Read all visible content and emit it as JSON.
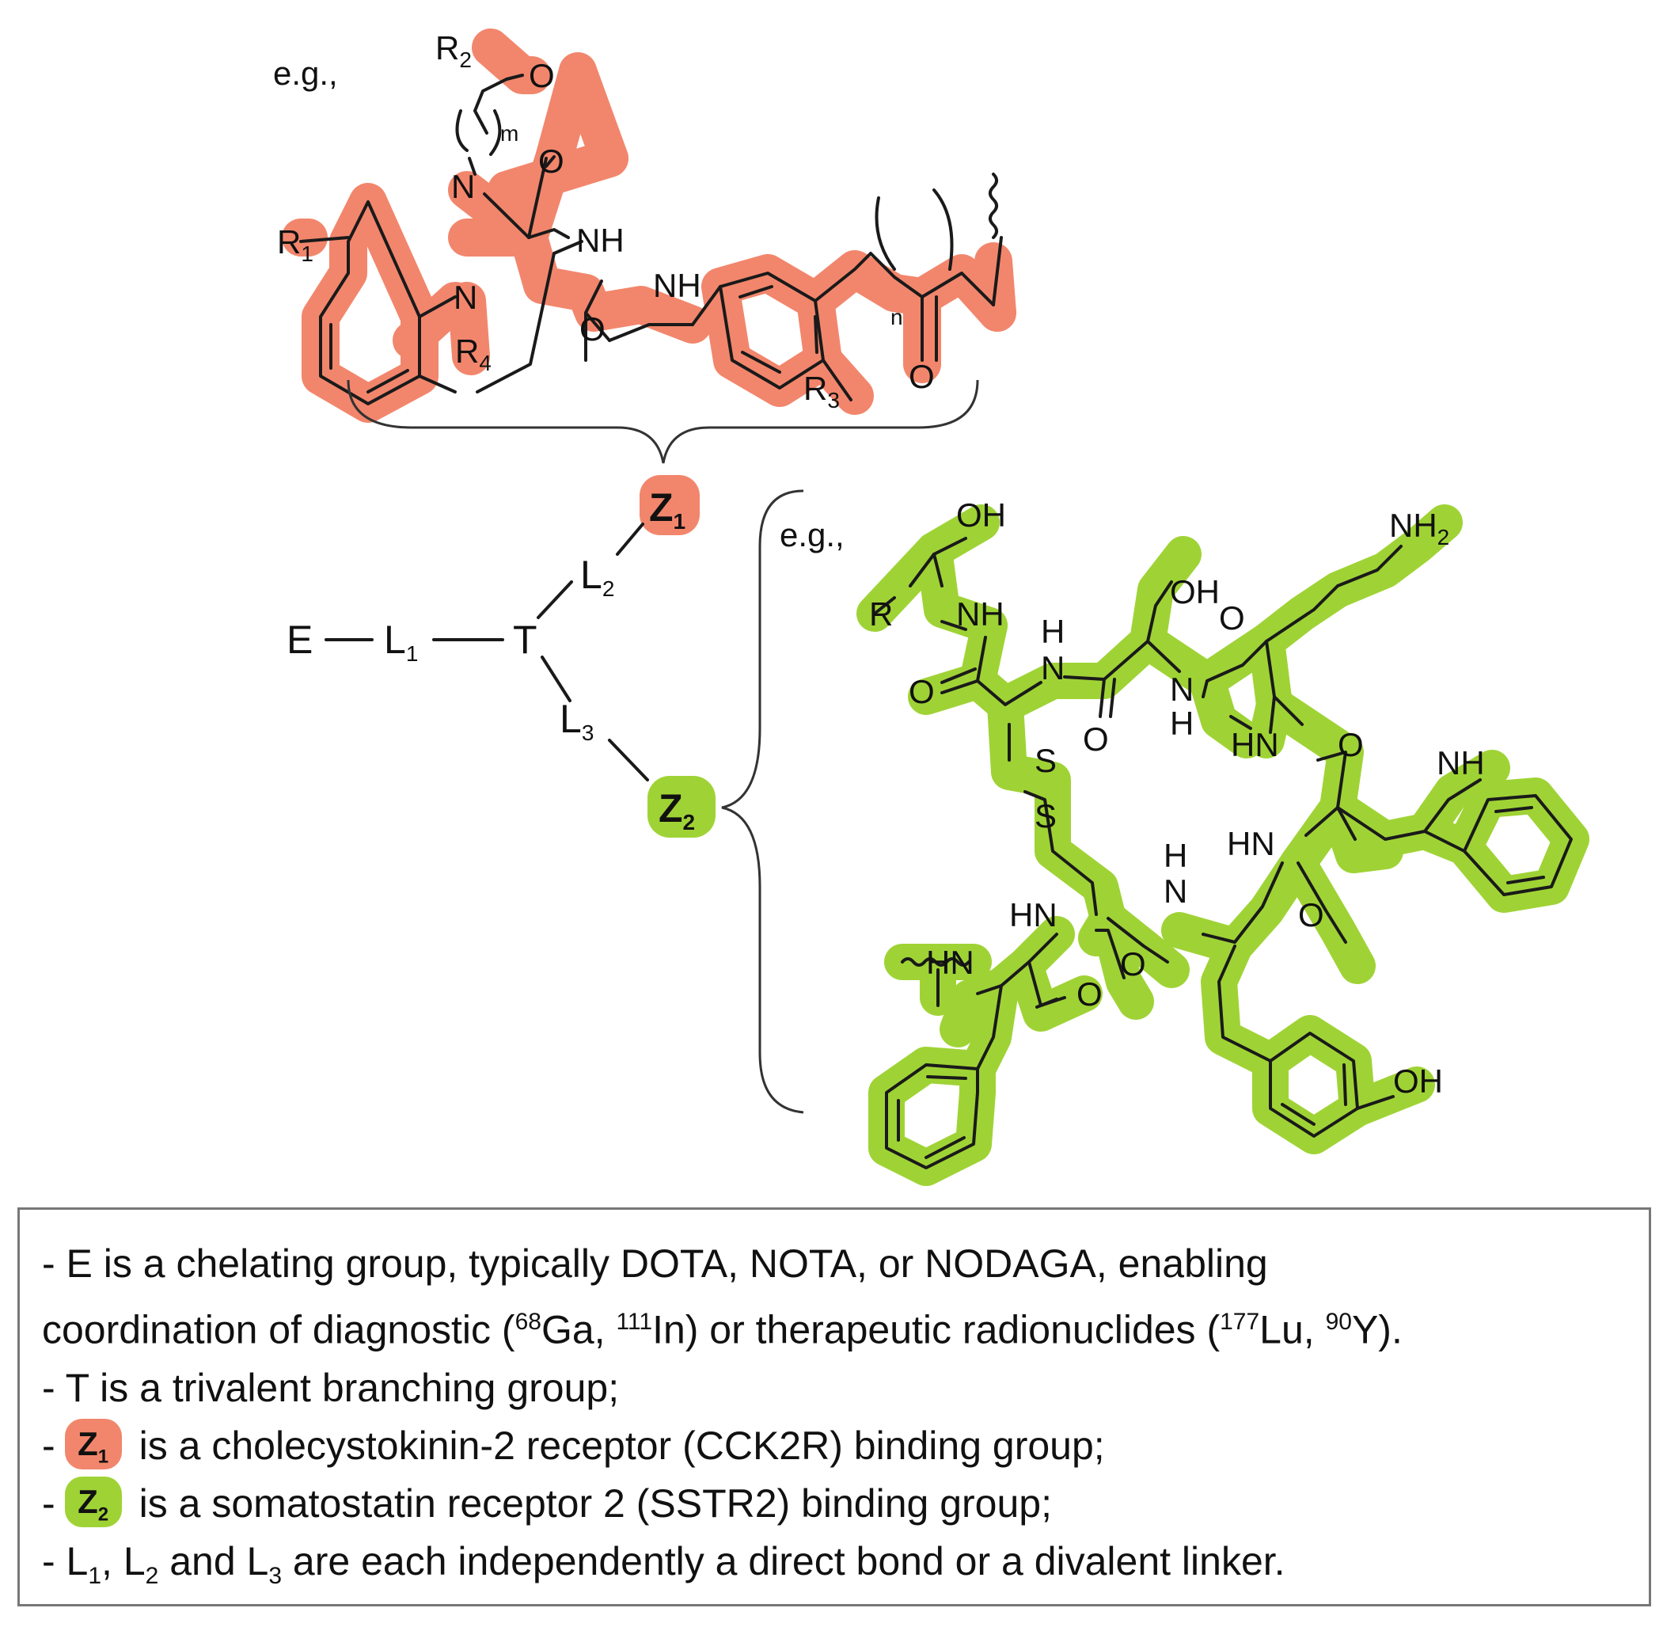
{
  "colors": {
    "cck2r_highlight": "#f2866c",
    "sstr2_highlight": "#9fd335"
  },
  "top_structure": {
    "eg_label": "e.g.,",
    "atoms": {
      "R2": "R",
      "R2_sub": "2",
      "O_ketone": "O",
      "m_index": "m",
      "N1": "N",
      "O_lactam": "O",
      "NH_a": "NH",
      "R1": "R",
      "R1_sub": "1",
      "N4": "N",
      "R4": "R",
      "R4_sub": "4",
      "NH_b": "NH",
      "O_urea": "O",
      "n_index": "n",
      "R3": "R",
      "R3_sub": "3",
      "O_acyl": "O"
    }
  },
  "scaffold": {
    "E": "E",
    "L1": "L",
    "L1_sub": "1",
    "T": "T",
    "L2": "L",
    "L2_sub": "2",
    "L3": "L",
    "L3_sub": "3",
    "Z1": "Z",
    "Z1_sub": "1",
    "Z2": "Z",
    "Z2_sub": "2"
  },
  "bottom_structure": {
    "eg_label": "e.g.,",
    "atoms": {
      "OH_thr1": "OH",
      "R": "R",
      "NH_thr1": "NH",
      "O_thr1": "O",
      "H_cys1": "H",
      "N_cys1": "N",
      "OH_thr2": "OH",
      "O_thr2a": "O",
      "N_thr2": "N",
      "H_thr2": "H",
      "O_thr2b": "O",
      "NH2": "NH",
      "NH2_sub": "2",
      "HN_lys": "HN",
      "O_lys": "O",
      "S1": "S",
      "S2": "S",
      "NH_trp": "NH",
      "HN_trp": "HN",
      "HN_cys2": "HN",
      "H_tyr": "H",
      "N_tyr": "N",
      "O_tyr": "O",
      "O_cys2": "O",
      "HN_phe": "HN",
      "O_phe": "O",
      "OH_tyr": "OH"
    }
  },
  "legend": {
    "line1": "- E is a chelating group, typically DOTA, NOTA, or NODAGA, enabling",
    "line2_a": "coordination of diagnostic (",
    "line2_ga_mass": "68",
    "line2_b": "Ga, ",
    "line2_in_mass": "111",
    "line2_c": "In) or therapeutic radionuclides (",
    "line2_lu_mass": "177",
    "line2_d": "Lu, ",
    "line2_y_mass": "90",
    "line2_e": "Y).",
    "line3": "- T is a trivalent branching group;",
    "line4_dash": "-",
    "line4_badge": "Z",
    "line4_badge_sub": "1",
    "line4_text": "is a cholecystokinin-2 receptor (CCK2R) binding group;",
    "line5_dash": "-",
    "line5_badge": "Z",
    "line5_badge_sub": "2",
    "line5_text": "is a somatostatin receptor 2 (SSTR2) binding group;",
    "line6_a": "- L",
    "line6_s1": "1",
    "line6_b": ", L",
    "line6_s2": "2",
    "line6_c": " and L",
    "line6_s3": "3",
    "line6_d": " are each independently a direct bond or a divalent linker."
  }
}
